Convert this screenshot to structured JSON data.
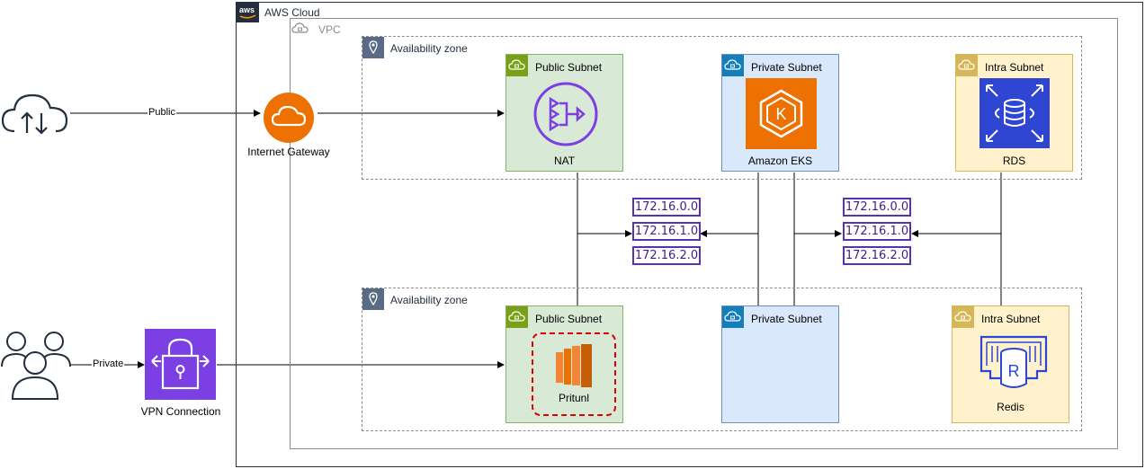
{
  "cloud": {
    "title": "AWS Cloud",
    "logo": "aws"
  },
  "vpc": {
    "title": "VPC"
  },
  "zones": [
    {
      "title": "Availability zone"
    },
    {
      "title": "Availability zone"
    }
  ],
  "subnets": {
    "top_public": {
      "title": "Public Subnet",
      "caption": "NAT"
    },
    "top_private": {
      "title": "Private Subnet",
      "caption": "Amazon EKS"
    },
    "top_intra": {
      "title": "Intra Subnet",
      "caption": "RDS"
    },
    "bottom_public": {
      "title": "Public Subnet",
      "caption": "Pritunl"
    },
    "bottom_private": {
      "title": "Private Subnet"
    },
    "bottom_intra": {
      "title": "Intra Subnet",
      "caption": "Redis"
    }
  },
  "external": {
    "gateway": "Internet Gateway",
    "vpn": "VPN Connection",
    "public_edge": "Public",
    "private_edge": "Private"
  },
  "route_tables": [
    {
      "cidrs": [
        "172.16.0.0",
        "172.16.1.0",
        "172.16.2.0"
      ]
    },
    {
      "cidrs": [
        "172.16.0.0",
        "172.16.1.0",
        "172.16.2.0"
      ]
    }
  ],
  "colors": {
    "nat": "#7b3fe4",
    "eks": "#ed7100",
    "rds": "#2e46d2",
    "vpn": "#7b3fe4",
    "gateway": "#ed7100",
    "ip_border": "#5a30b5"
  }
}
